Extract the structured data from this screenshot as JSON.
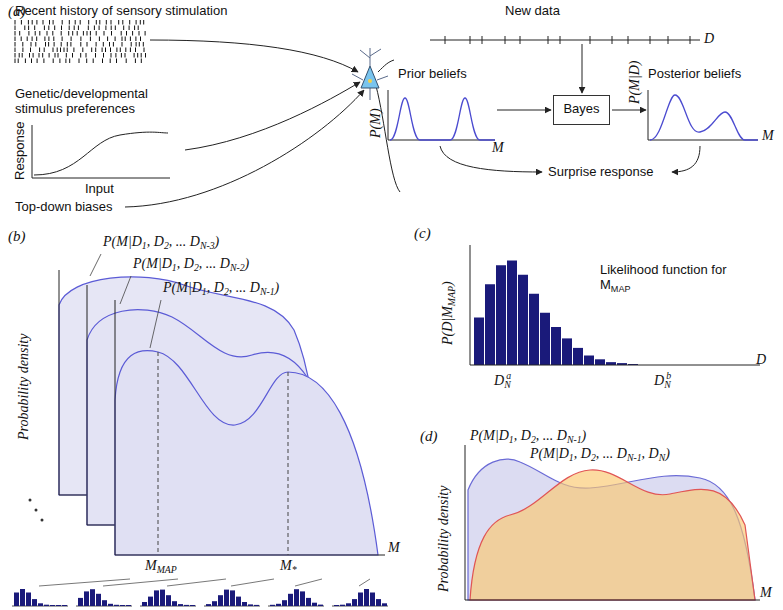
{
  "diagram": {
    "nodes": [
      {
        "text": [
          "Bayes"
        ]
      }
    ],
    "labels": [
      "(a)",
      "Recent history of sensory stimulation",
      "Genetic/developmental stimulus preferences",
      "Response",
      "Input",
      "Top-down biases",
      "New data",
      "D",
      "Prior beliefs",
      "P(M)",
      "M",
      "P(M|D)",
      "Posterior beliefs",
      "M",
      "Surprise response",
      "(b)",
      "Probability density",
      "P(M|D",
      "1",
      ", D",
      "2",
      ", ... D",
      "N-3",
      ")",
      "P(M|D",
      "1",
      ", D",
      "2",
      ", ... D",
      "N-2",
      ")",
      "P(M|D",
      "1",
      ", D",
      "2",
      ", ... D",
      "N-1",
      ")",
      "M",
      "MAP",
      "M",
      "*",
      "M",
      "(c)",
      "P(D|M",
      "MAP",
      ")",
      "Likelihood function for M",
      "MAP",
      "D",
      "N",
      "a",
      "D",
      "N",
      "b",
      "D",
      "(d)",
      "Probability density",
      "P(M|D",
      "1",
      ", D",
      "2",
      ", ... D",
      "N-1",
      ")",
      "P(M|D",
      "1",
      ", D",
      "2",
      ", ... D",
      "N-1",
      ", D",
      "N",
      ")",
      "M"
    ]
  }
}
